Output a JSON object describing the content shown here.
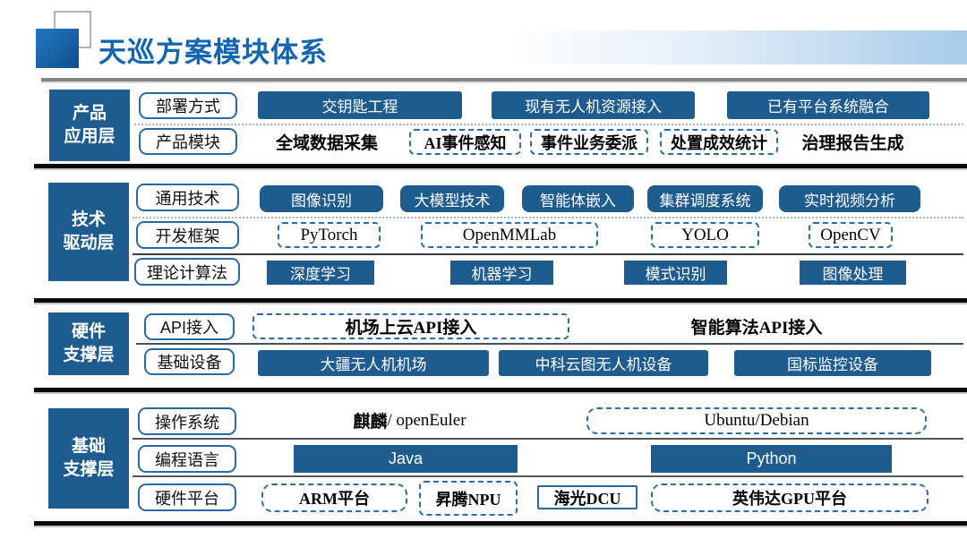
{
  "title": "天巡方案模块体系",
  "colors": {
    "primary_blue": "#1e5c8f",
    "dashed_border": "#2e6da4",
    "title_blue": "#1266b1"
  },
  "layers": [
    {
      "label_lines": [
        "产品",
        "应用层"
      ],
      "rows": [
        {
          "category": "部署方式",
          "items": [
            {
              "text": "交钥匙工程"
            },
            {
              "text": "现有无人机资源接入"
            },
            {
              "text": "已有平台系统融合"
            }
          ]
        },
        {
          "category": "产品模块",
          "items": [
            {
              "text": "全域数据采集"
            },
            {
              "text": "AI事件感知"
            },
            {
              "text": "事件业务委派"
            },
            {
              "text": "处置成效统计"
            },
            {
              "text": "治理报告生成"
            }
          ]
        }
      ]
    },
    {
      "label_lines": [
        "技术",
        "驱动层"
      ],
      "rows": [
        {
          "category": "通用技术",
          "items": [
            {
              "text": "图像识别"
            },
            {
              "text": "大模型技术"
            },
            {
              "text": "智能体嵌入"
            },
            {
              "text": "集群调度系统"
            },
            {
              "text": "实时视频分析"
            }
          ]
        },
        {
          "category": "开发框架",
          "items": [
            {
              "text": "PyTorch"
            },
            {
              "text": "OpenMMLab"
            },
            {
              "text": "YOLO"
            },
            {
              "text": "OpenCV"
            }
          ]
        },
        {
          "category": "理论计算法",
          "items": [
            {
              "text": "深度学习"
            },
            {
              "text": "机器学习"
            },
            {
              "text": "模式识别"
            },
            {
              "text": "图像处理"
            }
          ]
        }
      ]
    },
    {
      "label_lines": [
        "硬件",
        "支撑层"
      ],
      "rows": [
        {
          "category": "API接入",
          "items": [
            {
              "text": "机场上云API接入"
            },
            {
              "text": "智能算法API接入"
            }
          ]
        },
        {
          "category": "基础设备",
          "items": [
            {
              "text": "大疆无人机机场"
            },
            {
              "text": "中科云图无人机设备"
            },
            {
              "text": "国标监控设备"
            }
          ]
        }
      ]
    },
    {
      "label_lines": [
        "基础",
        "支撑层"
      ],
      "rows": [
        {
          "category": "操作系统",
          "items": [
            {
              "bold": "麒麟",
              "rest": "/ openEuler"
            },
            {
              "text": "Ubuntu/Debian"
            }
          ]
        },
        {
          "category": "编程语言",
          "items": [
            {
              "text": "Java"
            },
            {
              "text": "Python"
            }
          ]
        },
        {
          "category": "硬件平台",
          "items": [
            {
              "text": "ARM平台"
            },
            {
              "text": "昇腾NPU"
            },
            {
              "text": "海光DCU"
            },
            {
              "text": "英伟达GPU平台"
            }
          ]
        }
      ]
    }
  ]
}
